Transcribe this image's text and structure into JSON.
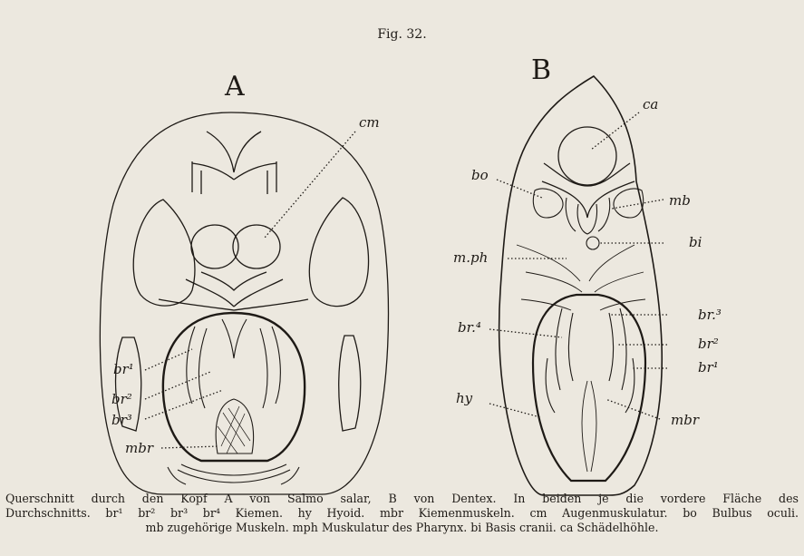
{
  "figure": {
    "title": "Fig. 32.",
    "panel_a": "A",
    "panel_b": "B",
    "labels_a": {
      "cm": "cm",
      "br1": "br¹",
      "br2": "br²",
      "br3": "br³",
      "mbr": "mbr"
    },
    "labels_b": {
      "ca": "ca",
      "bo": "bo",
      "mb": "mb",
      "mph": "m.ph",
      "bi": "bi",
      "br4": "br.⁴",
      "br3": "br.³",
      "br2": "br²",
      "br1": "br¹",
      "hy": "hy",
      "mbr": "mbr"
    },
    "colors": {
      "paper": "#ece8df",
      "ink": "#1e1a16"
    }
  },
  "caption": {
    "line1": "Querschnitt durch den Kopf A von Salmo salar, B von Dentex. In beiden je die vordere Fläche des",
    "line2": "Durchschnitts. br¹ br² br³ br⁴ Kiemen. hy Hyoid. mbr Kiemenmuskeln. cm Augenmuskulatur. bo Bulbus oculi.",
    "line3": "mb zugehörige Muskeln. mph Muskulatur des Pharynx. bi Basis cranii. ca Schädelhöhle."
  }
}
